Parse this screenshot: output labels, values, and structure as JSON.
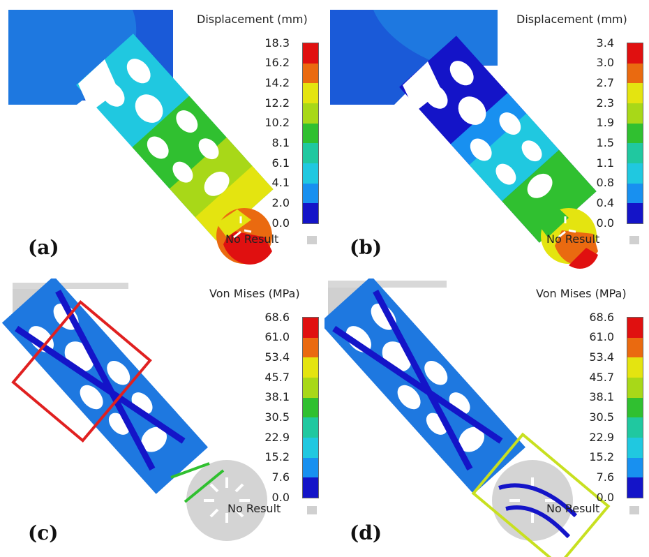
{
  "colors": [
    "#e01010",
    "#ea6a10",
    "#f0b410",
    "#e4e410",
    "#a8d818",
    "#30c030",
    "#20c8a0",
    "#20c8e0",
    "#1890f0",
    "#1a5ad8",
    "#1414c8"
  ],
  "panels": [
    {
      "id": "a",
      "label": "(a)",
      "legend_title": "Displacement (mm)",
      "ticks": [
        "18.3",
        "16.2",
        "14.2",
        "12.2",
        "10.2",
        "8.1",
        "6.1",
        "4.1",
        "2.0",
        "0.0"
      ],
      "no_result": "No Result"
    },
    {
      "id": "b",
      "label": "(b)",
      "legend_title": "Displacement (mm)",
      "ticks": [
        "3.4",
        "3.0",
        "2.7",
        "2.3",
        "1.9",
        "1.5",
        "1.1",
        "0.8",
        "0.4",
        "0.0"
      ],
      "no_result": "No Result"
    },
    {
      "id": "c",
      "label": "(c)",
      "legend_title": "Von Mises (MPa)",
      "ticks": [
        "68.6",
        "61.0",
        "53.4",
        "45.7",
        "38.1",
        "30.5",
        "22.9",
        "15.2",
        "7.6",
        "0.0"
      ],
      "no_result": "No Result",
      "highlight_color": "#e02020"
    },
    {
      "id": "d",
      "label": "(d)",
      "legend_title": "Von Mises (MPa)",
      "ticks": [
        "68.6",
        "61.0",
        "53.4",
        "45.7",
        "38.1",
        "30.5",
        "22.9",
        "15.2",
        "7.6",
        "0.0"
      ],
      "no_result": "No Result",
      "highlight_color": "#c8e020"
    }
  ]
}
